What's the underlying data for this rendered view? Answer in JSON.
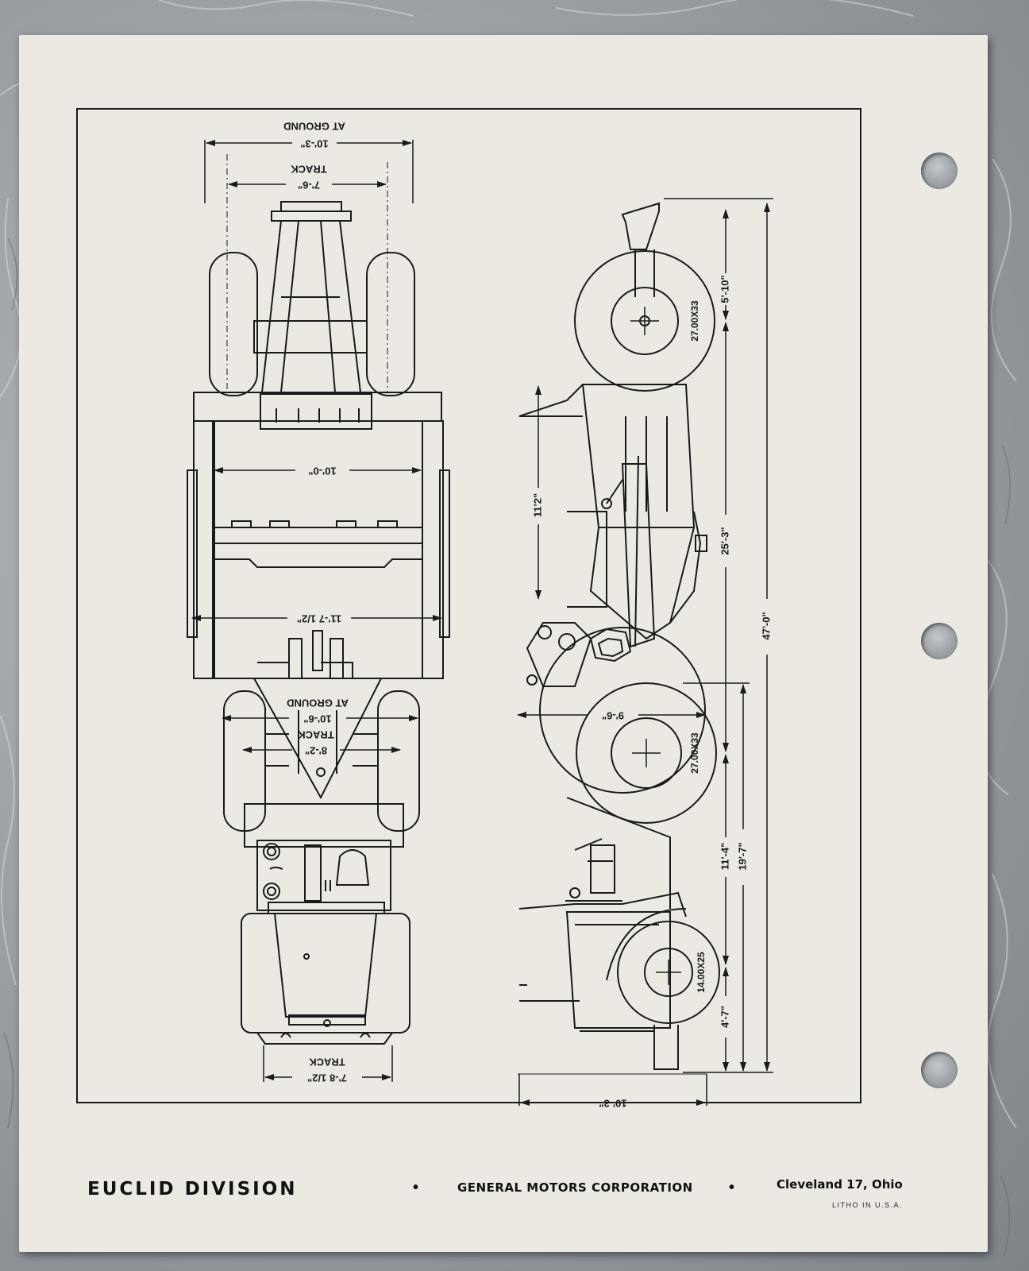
{
  "diagram": {
    "left_view": {
      "rear_at_ground": "10'-3\"",
      "rear_at_ground_label": "AT GROUND",
      "rear_track": "7'-6\"",
      "rear_track_label": "TRACK",
      "bowl_inner": "10'-0\"",
      "bowl_outer": "11'-7 1/2\"",
      "drive_at_ground": "10'-6\"",
      "drive_at_ground_label": "AT GROUND",
      "drive_track": "8'-2\"",
      "drive_track_label": "TRACK",
      "front_track": "7'-8 1/2\"",
      "front_track_label": "TRACK"
    },
    "right_view": {
      "height_bowl": "11'2\"",
      "drive_axle_height": "9'-6\"",
      "front_width": "10'-3\"",
      "tire_rear": "27.00X33",
      "tire_drive": "27.00X33",
      "tire_front": "14.00X25",
      "dim_rear_overhang": "5'-10\"",
      "dim_wheelbase_scraper": "25'-3\"",
      "dim_overall": "47'-0\"",
      "dim_tractor_wheelbase": "11'-4\"",
      "dim_tractor_length": "19'-7\"",
      "dim_front_overhang": "4'-7\""
    }
  },
  "footer": {
    "division": "EUCLID DIVISION",
    "bullet": "•",
    "corporation": "GENERAL MOTORS CORPORATION",
    "city": "Cleveland 17, Ohio",
    "litho": "LITHO IN U.S.A."
  }
}
